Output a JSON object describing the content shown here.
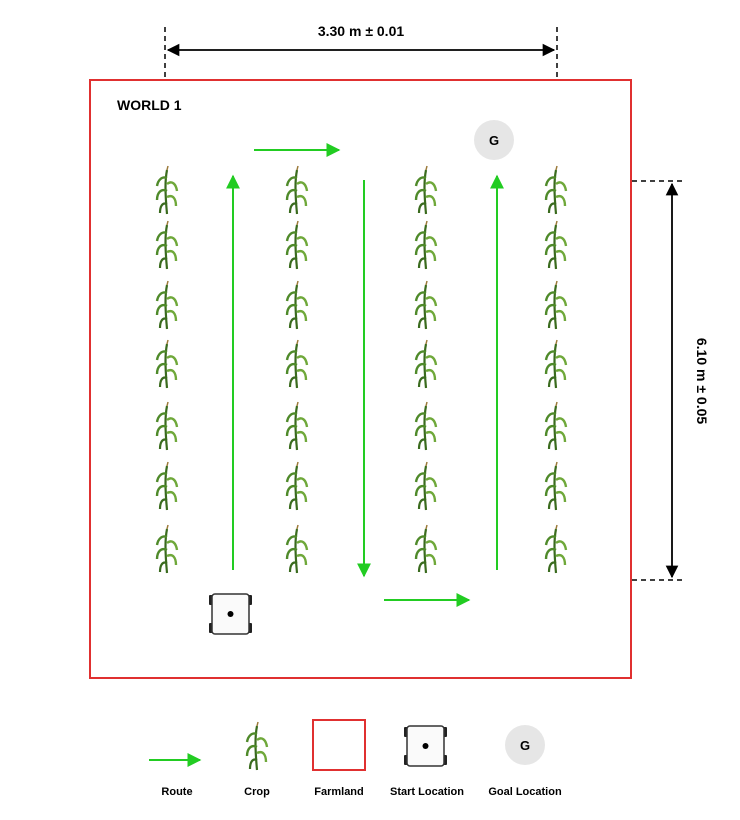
{
  "world_label": "WORLD 1",
  "width_dimension": "3.30 m ± 0.01",
  "height_dimension": "6.10 m ± 0.05",
  "goal_marker": "G",
  "colors": {
    "farmland": "#e03030",
    "route": "#22cc22",
    "goal_fill": "#e6e6e6",
    "crop_dark": "#3a6b1e",
    "crop_light": "#6fa83a"
  },
  "crop_grid": {
    "columns": 4,
    "rows": 7
  },
  "legend": {
    "route": "Route",
    "crop": "Crop",
    "farmland": "Farmland",
    "start": "Start Location",
    "goal": "Goal Location",
    "goal_marker": "G"
  }
}
